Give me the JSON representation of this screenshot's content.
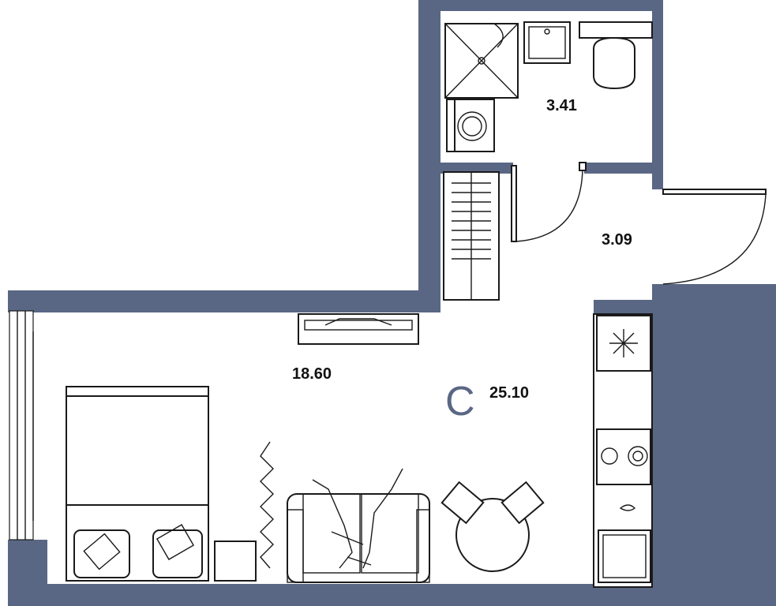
{
  "plan": {
    "wall_color": "#5a6784",
    "rooms": [
      {
        "name": "bathroom",
        "area": "3.41"
      },
      {
        "name": "hallway",
        "area": "3.09"
      },
      {
        "name": "living-room",
        "area": "18.60"
      }
    ],
    "apartment_type": "С",
    "total_area": "25.10"
  }
}
